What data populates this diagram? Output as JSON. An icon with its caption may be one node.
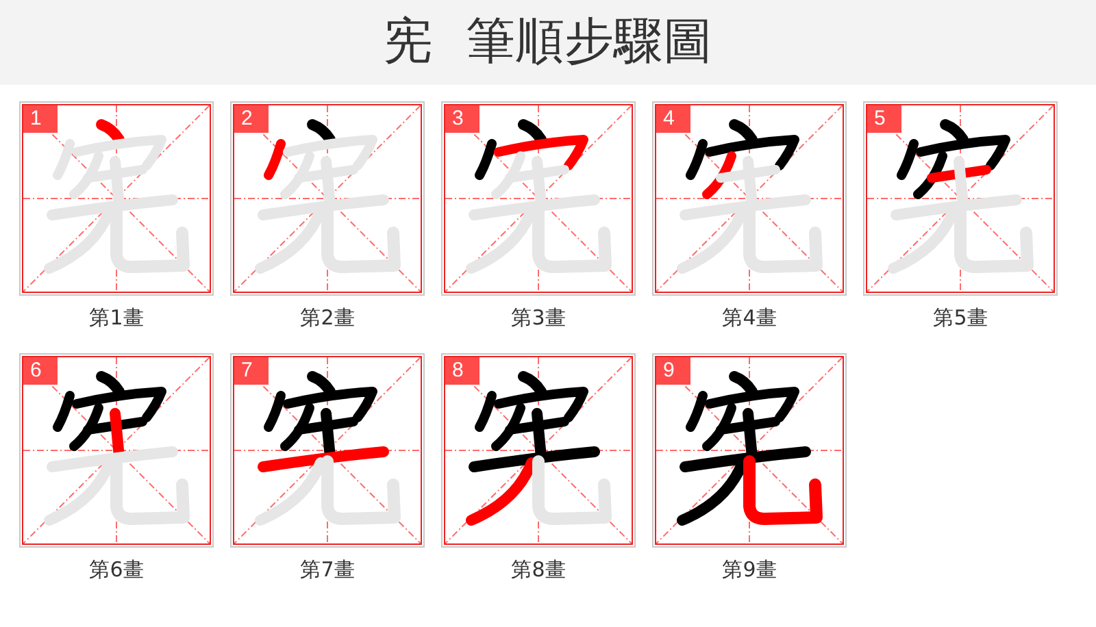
{
  "diagram": {
    "title": "宪 筆順步驟圖",
    "nodes": [
      {
        "text": [
          "1"
        ],
        "beside": [
          "第1畫"
        ]
      },
      {
        "text": [
          "2"
        ],
        "beside": [
          "第2畫"
        ]
      },
      {
        "text": [
          "3"
        ],
        "beside": [
          "第3畫"
        ]
      },
      {
        "text": [
          "4"
        ],
        "beside": [
          "第4畫"
        ]
      },
      {
        "text": [
          "5"
        ],
        "beside": [
          "第5畫"
        ]
      },
      {
        "text": [
          "6"
        ],
        "beside": [
          "第6畫"
        ]
      },
      {
        "text": [
          "7"
        ],
        "beside": [
          "第7畫"
        ]
      },
      {
        "text": [
          "8"
        ],
        "beside": [
          "第8畫"
        ]
      },
      {
        "text": [
          "9"
        ],
        "beside": [
          "第9畫"
        ]
      }
    ]
  }
}
